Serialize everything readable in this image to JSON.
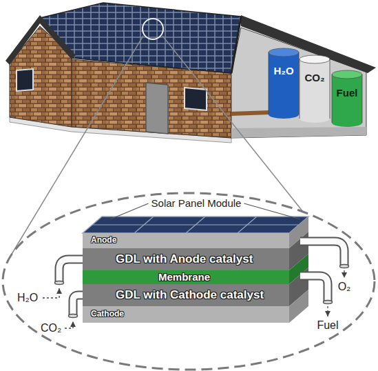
{
  "diagram": {
    "nodes": [
      {
        "text": [
          "H₂O"
        ]
      },
      {
        "text": [
          "CO₂"
        ]
      },
      {
        "text": [
          "Fuel"
        ]
      },
      {
        "text": [
          "Anode"
        ]
      },
      {
        "text": [
          "GDL with Anode catalyst"
        ]
      },
      {
        "text": [
          "Membrane"
        ]
      },
      {
        "text": [
          "GDL with Cathode catalyst"
        ]
      },
      {
        "text": [
          "Cathode"
        ]
      }
    ],
    "labels": [
      "Solar Panel Module",
      "H₂O",
      "CO₂",
      "O₂",
      "Fuel"
    ]
  }
}
